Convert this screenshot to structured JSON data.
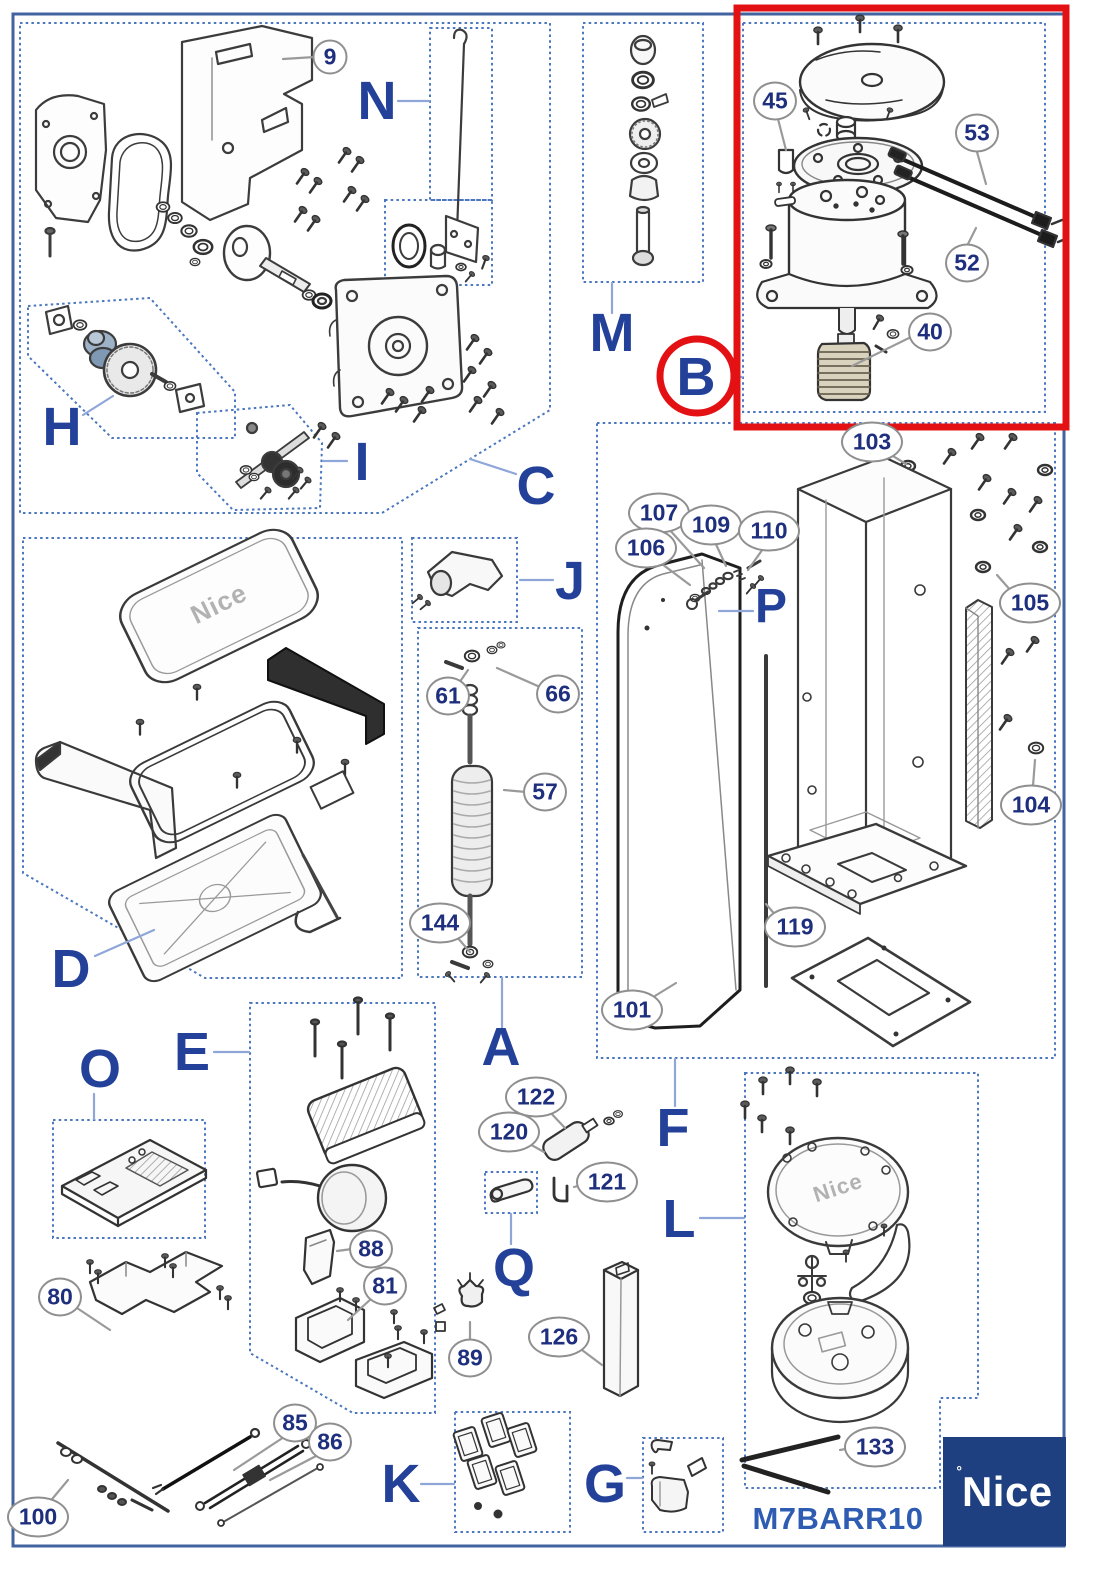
{
  "meta": {
    "model": "M7BARR10",
    "brand": "Nice",
    "brand_mark": "°"
  },
  "sections": {
    "A": "A",
    "B": "B",
    "C": "C",
    "D": "D",
    "E": "E",
    "F": "F",
    "G": "G",
    "H": "H",
    "I": "I",
    "J": "J",
    "K": "K",
    "L": "L",
    "M": "M",
    "N": "N",
    "O": "O",
    "P": "P",
    "Q": "Q"
  },
  "callouts": {
    "n9": "9",
    "n40": "40",
    "n45": "45",
    "n52": "52",
    "n53": "53",
    "n57": "57",
    "n61": "61",
    "n66": "66",
    "n80": "80",
    "n81": "81",
    "n85": "85",
    "n86": "86",
    "n88": "88",
    "n89": "89",
    "n100": "100",
    "n101": "101",
    "n103": "103",
    "n104": "104",
    "n105": "105",
    "n106": "106",
    "n107": "107",
    "n109": "109",
    "n110": "110",
    "n119": "119",
    "n120": "120",
    "n121": "121",
    "n122": "122",
    "n126": "126",
    "n133": "133",
    "n144": "144"
  },
  "part_marks": {
    "lid_logo": "Nice",
    "dome_logo": "Nice"
  },
  "highlight": {
    "color": "#e31114",
    "section": "B"
  }
}
